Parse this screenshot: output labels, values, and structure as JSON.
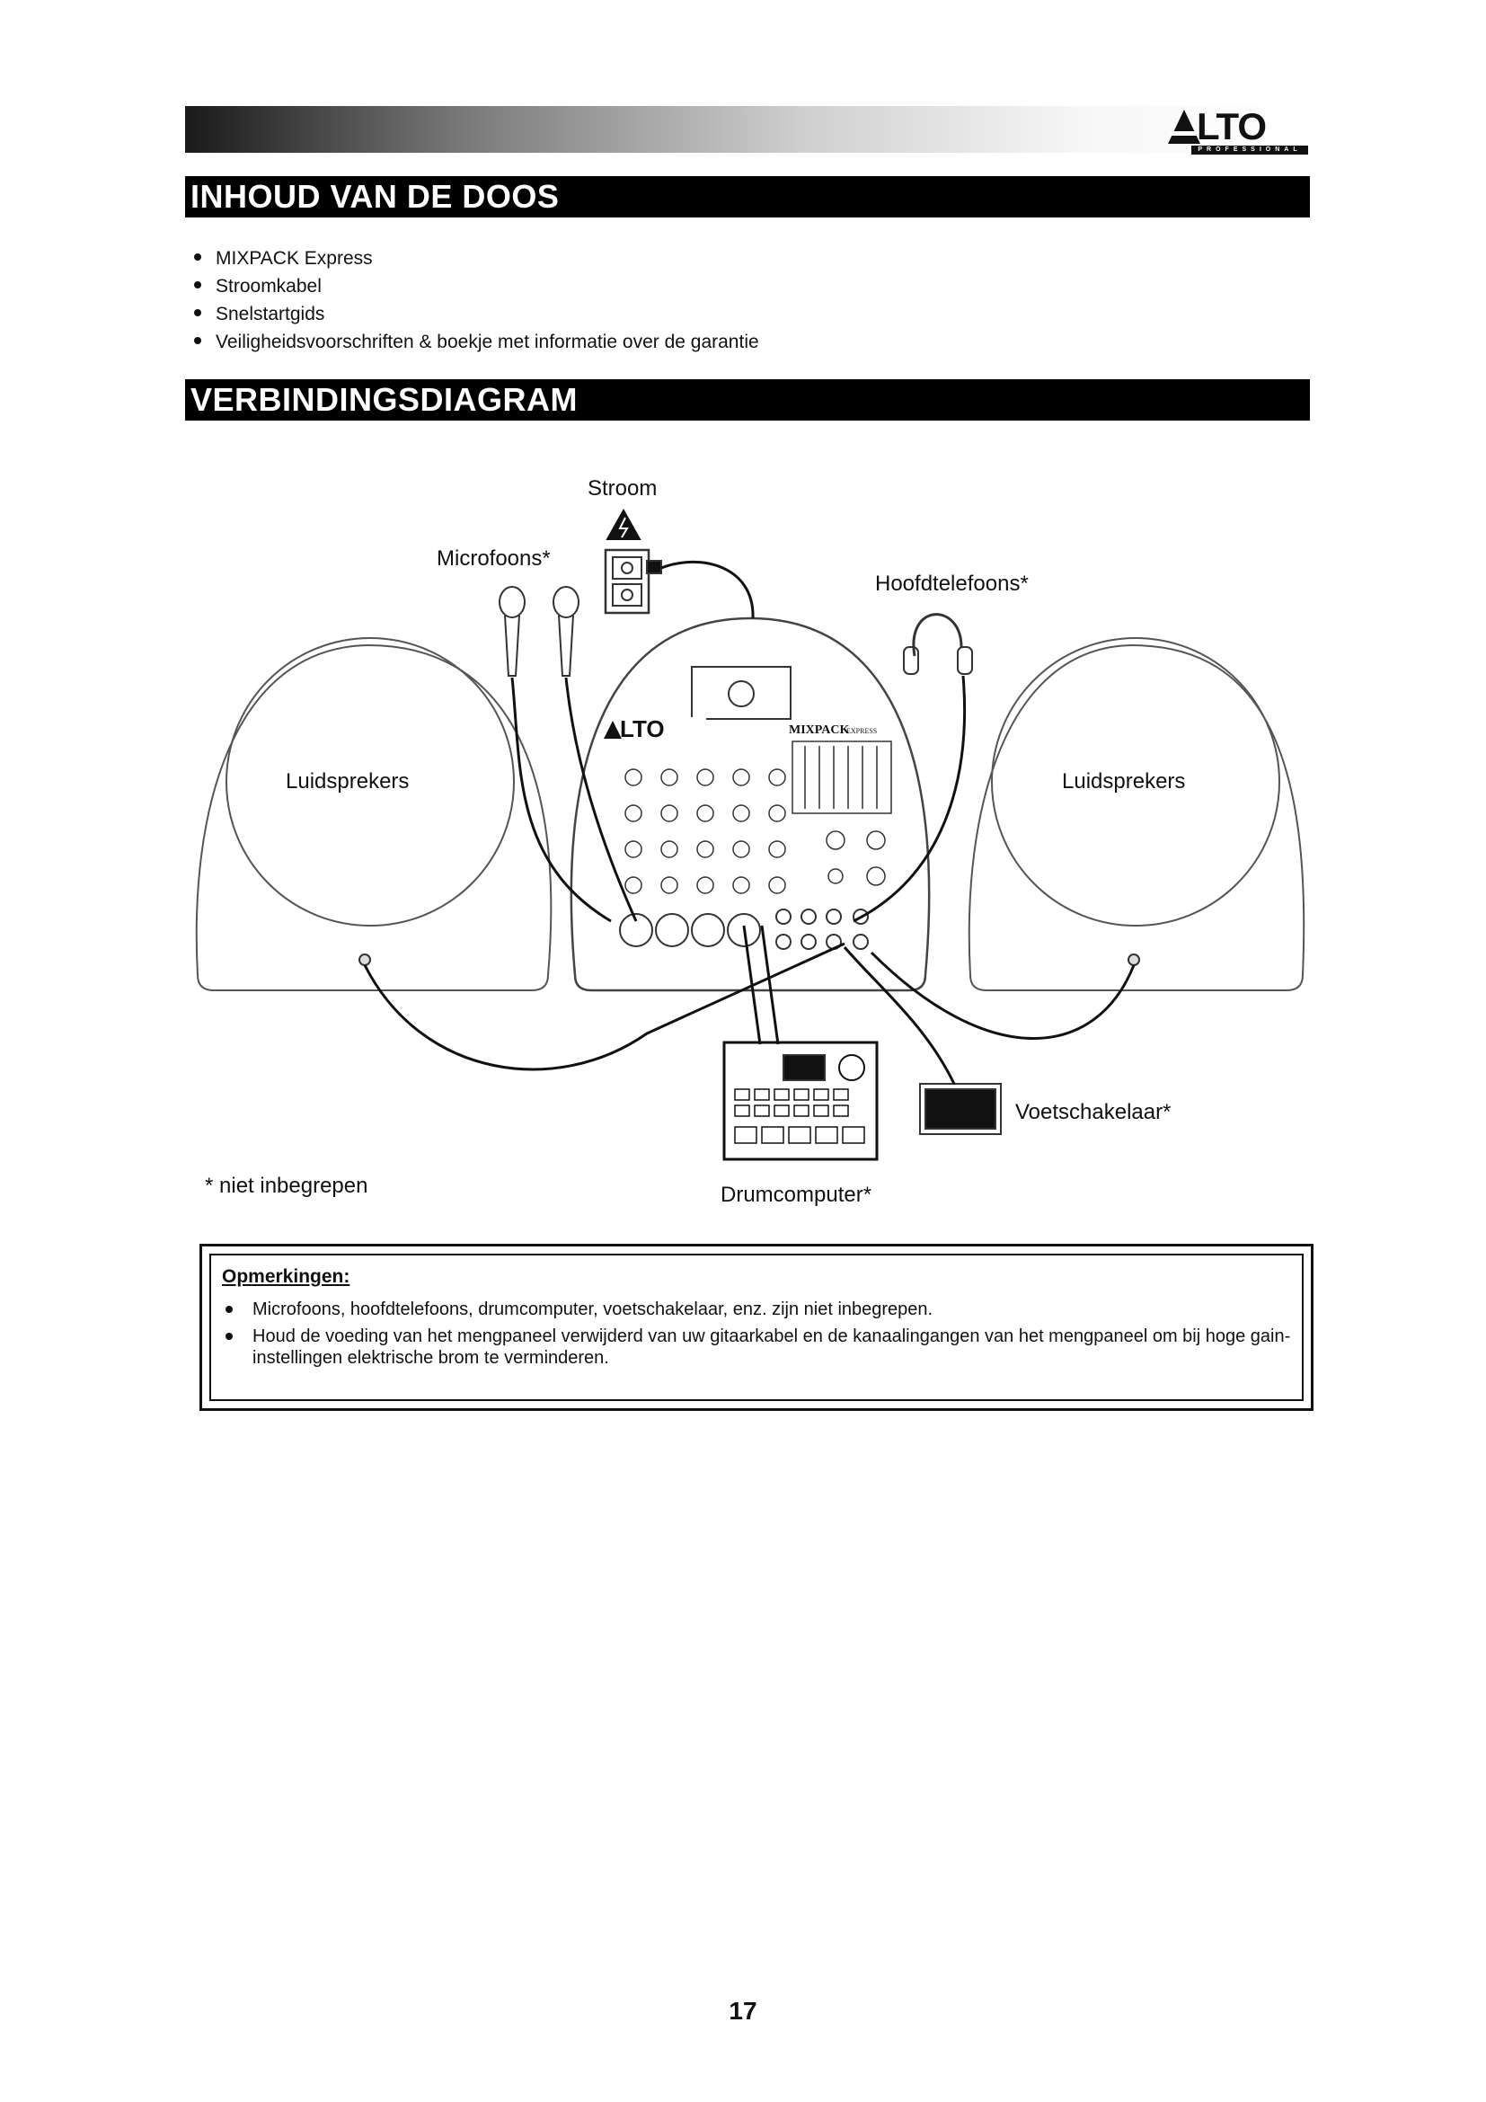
{
  "header": {
    "logo_text": "LTO",
    "logo_subtext": "PROFESSIONAL"
  },
  "contents": {
    "title": "INHOUD VAN DE DOOS",
    "items": [
      "MIXPACK Express",
      "Stroomkabel",
      "Snelstartgids",
      "Veiligheidsvoorschriften & boekje met informatie over de garantie"
    ]
  },
  "diagram": {
    "title": "VERBINDINGSDIAGRAM",
    "labels": {
      "power": "Stroom",
      "microphones": "Microfoons*",
      "headphones": "Hoofdtelefoons*",
      "speaker_left": "Luidsprekers",
      "speaker_right": "Luidsprekers",
      "footswitch": "Voetschakelaar*",
      "drum_computer": "Drumcomputer*",
      "not_included": "* niet inbegrepen"
    },
    "mixer": {
      "brand": "LTO",
      "model": "MIXPACK",
      "model_suffix": "EXPRESS"
    }
  },
  "notes": {
    "title": "Opmerkingen:",
    "items": [
      "Microfoons, hoofdtelefoons, drumcomputer, voetschakelaar, enz. zijn niet inbegrepen.",
      "Houd de voeding van het mengpaneel verwijderd van uw gitaarkabel en de kanaalingangen van het mengpaneel om bij hoge gain-instellingen elektrische brom te verminderen."
    ]
  },
  "page_number": "17"
}
